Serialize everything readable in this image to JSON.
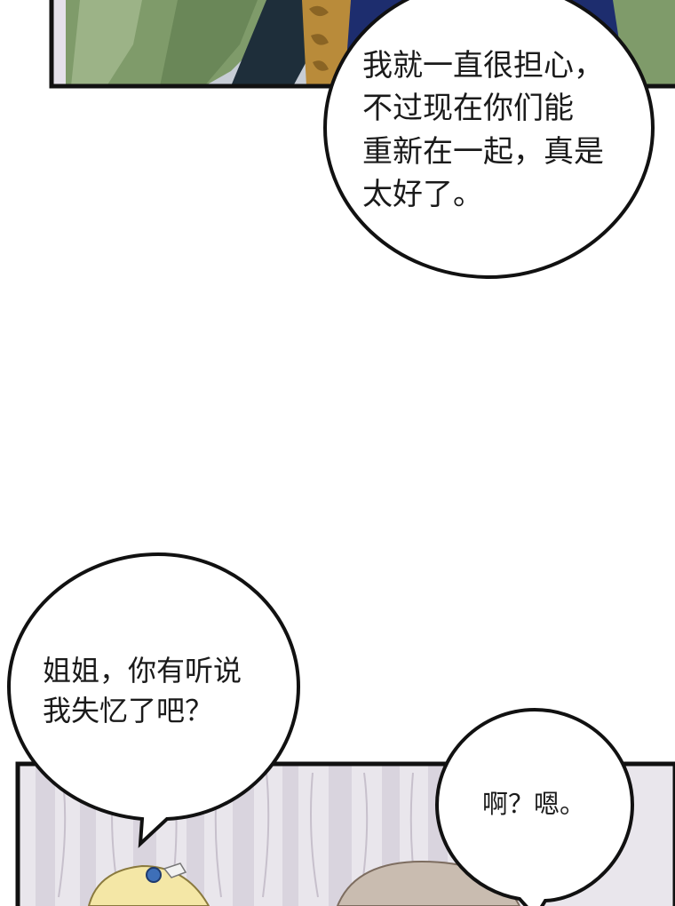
{
  "panels": {
    "top": {
      "description_hidden": true
    },
    "bottom": {
      "description_hidden": true
    }
  },
  "dialogue": {
    "bubble1": {
      "lines": [
        "我就一直很担心，",
        "不过现在你们能",
        "重新在一起，真是",
        "太好了。"
      ]
    },
    "bubble2": {
      "lines": [
        "姐姐，你有听说",
        "我失忆了吧？"
      ]
    },
    "bubble3": {
      "lines": [
        "啊？嗯。"
      ]
    }
  },
  "colors": {
    "panel_border": "#111111",
    "top_panel_green": "#7f9b6a",
    "top_panel_dark": "#1e2e3a",
    "top_panel_navy": "#1d2d6e",
    "gold_ornament": "#b98b3a",
    "bottom_panel_bg": "#e9e6ec",
    "curtain": "#d9d4de",
    "hair_blonde": "#f4e7a6",
    "hair_grey": "#c9bcb0"
  }
}
